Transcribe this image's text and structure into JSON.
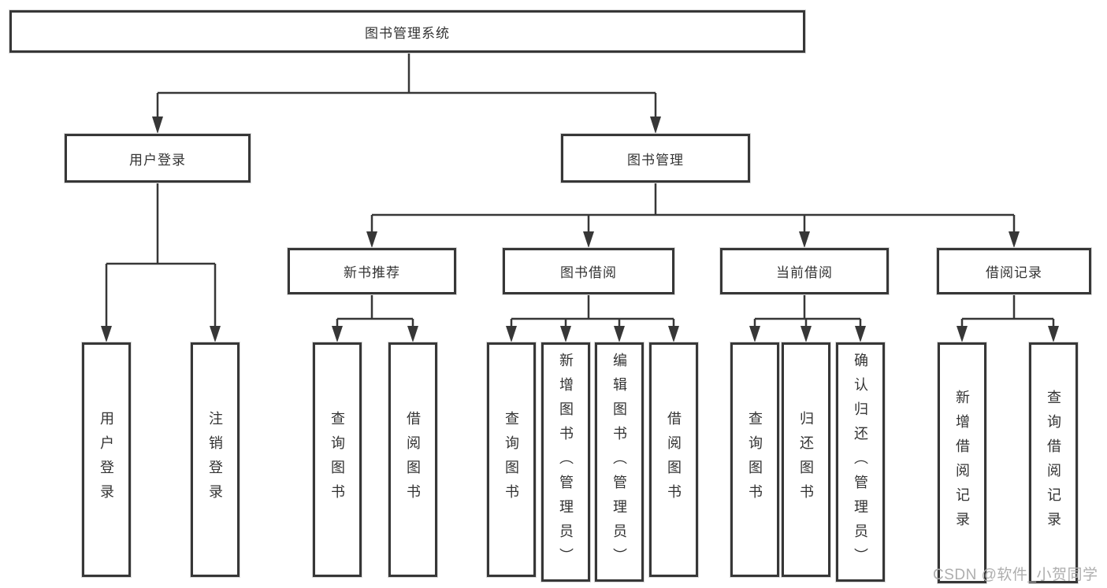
{
  "diagram_title": "图书管理系统",
  "tree": {
    "root": {
      "label": "图书管理系统",
      "children": [
        {
          "label": "用户登录",
          "children": [
            {
              "label": "用户登录"
            },
            {
              "label": "注销登录"
            }
          ]
        },
        {
          "label": "图书管理",
          "children": [
            {
              "label": "新书推荐",
              "children": [
                {
                  "label": "查询图书"
                },
                {
                  "label": "借阅图书"
                }
              ]
            },
            {
              "label": "图书借阅",
              "children": [
                {
                  "label": "查询图书"
                },
                {
                  "label": "新增图书（管理员）"
                },
                {
                  "label": "编辑图书（管理员）"
                },
                {
                  "label": "借阅图书"
                }
              ]
            },
            {
              "label": "当前借阅",
              "children": [
                {
                  "label": "查询图书"
                },
                {
                  "label": "归还图书"
                },
                {
                  "label": "确认归还（管理员）"
                }
              ]
            },
            {
              "label": "借阅记录",
              "children": [
                {
                  "label": "新增借阅记录"
                },
                {
                  "label": "查询借阅记录"
                }
              ]
            }
          ]
        }
      ]
    }
  },
  "watermark": "CSDN @软件_小贺同学",
  "colors": {
    "line": "#373737",
    "text": "#333333",
    "watermark": "#aeaeae",
    "background": "#ffffff"
  }
}
